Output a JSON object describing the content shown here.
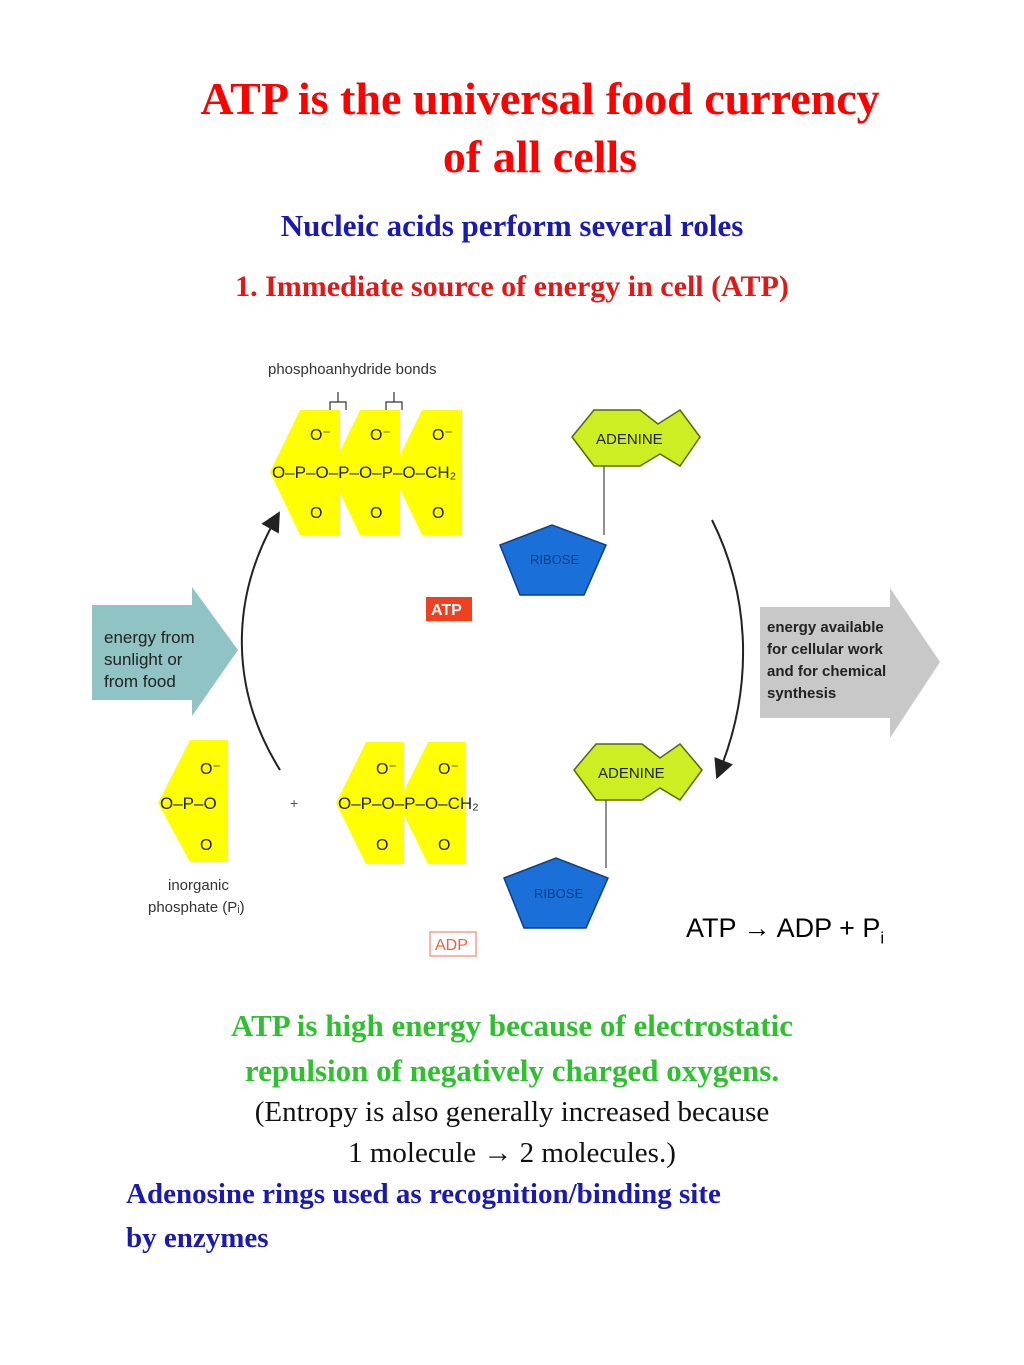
{
  "title_line1": "ATP is the universal food currency",
  "title_line2": "of all cells",
  "subtitle": "Nucleic acids perform several roles",
  "point1": "1. Immediate source of energy in cell (ATP)",
  "diagram": {
    "bonds_label": "phosphoanhydride bonds",
    "adenine": "ADENINE",
    "ribose": "RIBOSE",
    "atp_tag": "ATP",
    "adp_tag": "ADP",
    "energy_in": [
      "energy from",
      "sunlight or",
      "from food"
    ],
    "energy_out": [
      "energy available",
      "for cellular work",
      "and for chemical",
      "synthesis"
    ],
    "pi_label": [
      "inorganic",
      "phosphate (Pᵢ)"
    ],
    "ch2": "O–CH₂",
    "plus": "+",
    "colors": {
      "phosphate": "#ffff00",
      "adenine": "#ccee22",
      "ribose": "#1a70d8",
      "atp_tag": "#f04020",
      "arrow_in": "#90c4c4",
      "arrow_out": "#c8c8c8"
    }
  },
  "formula": {
    "lhs": "ATP",
    "arrow": "→",
    "rhs": "ADP + P",
    "sub": "i"
  },
  "green_line1": "ATP is high energy because of electrostatic",
  "green_line2": "repulsion of negatively charged oxygens.",
  "black_line1": "(Entropy is also generally increased because",
  "black_line2": "1 molecule → 2 molecules.)",
  "blue_line1": "Adenosine rings used as recognition/binding site",
  "blue_line2": "by enzymes"
}
